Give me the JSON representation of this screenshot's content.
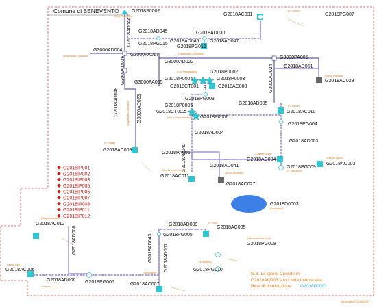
{
  "title": "Comune di BENEVENTO",
  "footer": "Acquedotto G2018AQ003",
  "note": {
    "line1": "N.B. Le opere Censite in",
    "line2": "G2018AQ003 sono tutte interne alla",
    "line3": "Rete di distribuzione",
    "line3_blue": "G2018D0003"
  },
  "legend": [
    "G2018IP001",
    "G2018IP002",
    "G2018IP003",
    "G2018IP005",
    "G2018IP006",
    "G2018IP007",
    "G2018IP008",
    "G2018IP011",
    "G2018IP012"
  ],
  "district": {
    "name": "G2018D0003",
    "sub": "(Benevento)"
  },
  "nodes": {
    "s0002": "G2018S0002",
    "s0002_loc": "(Sorg. Pietrafitta)",
    "ac031": "G2018AC031",
    "pg007": "G2018PG007",
    "pg007_loc": "(S. Chirico)",
    "ad045": "G2018AD045",
    "ad044": "G2018AD044",
    "ad030": "G2018AD030",
    "pg015": "G2018PG015",
    "ad046": "G2018AD046",
    "pg016": "G2018PG016",
    "ad047": "G2018AD047",
    "ad004g": "G3000AD004",
    "campano1": "(Acquedotto Campano)",
    "pa017": "G3000PA017",
    "ad036": "G3000AD036",
    "campano2": "(Acquedotto Campano)",
    "ad022": "G3000AD022",
    "pa006": "G3000PA006",
    "ad051": "G2018AD051",
    "ac029": "G2018AC029",
    "ac029_loc": "(non in esercizio)",
    "ad024": "G3000AD024",
    "pa005": "G3000PA005",
    "p0002": "G2018P0002",
    "p0002_loc": "(Loc. Pezzapiana)",
    "p0004": "G2018P0004",
    "p0003": "G2018P0003",
    "ct001": "G2018CT001",
    "ct001_c": "c",
    "ac008": "G2018AC008",
    "pg003": "G2018PG003",
    "ad048": "G2018AD048",
    "ad023": "G3000AD023",
    "campano3": "(Acquedotto Campano)",
    "p0005": "G2018P0005",
    "ct002": "G2018CT002",
    "ct002_c": "c",
    "p0006": "G2018P0006",
    "p0006_loc": "(Loc. Campo Mazzoni)",
    "ad005": "G2018AD005",
    "ac010": "G2018AC010",
    "ac010_loc": "(S. Nicola)",
    "pg004": "G2018PG004",
    "ac009": "G2018AC009",
    "ac009_loc": "(S. Vitale)",
    "ad004": "G2018AD004",
    "ad003": "G2018AD003",
    "pa005b": "G2018PA005",
    "ad041": "G2018AD041",
    "ac004": "G2018AC004",
    "ac004_loc": "(Cassa Rocchi)",
    "pg009": "G2018PG009",
    "pg009_loc": "(S. Liberatore)",
    "ac003": "G2018AC003",
    "ac003_loc": "(Cassa Rocchi)",
    "ad040": "G2018AD040",
    "ac027": "G2018AC027",
    "ac027_loc": "(non in esercizio)",
    "ac011": "G2018AC011",
    "ac011_loc": "(Orsi Petenati nuovo)",
    "ac012": "G2018AC012",
    "ac012_loc": "(Marchisanicola)",
    "ad009": "G2018AD009",
    "ac005": "G2018AC005",
    "ac005_loc": "(S. Vito)",
    "pg005": "G2018PG005",
    "ad008": "G2018AD008",
    "ad043": "G2018AD043",
    "ad007": "G2018AD007",
    "pg008": "G2018PG008",
    "pg008_loc": "(Madonna della Neve)",
    "pg010": "G2018PG010",
    "pg010_loc": "(Ammaccio)",
    "ac006": "G2018AC006",
    "ac006_loc": "(Monte Pino)",
    "ad006": "G2018AD006",
    "pg006": "G2018PG006",
    "ac007": "G2018AC007",
    "ac007_loc": "(Torre Alfieri)"
  },
  "colors": {
    "pipe_blue": "#8a7fd6",
    "pipe_dark": "#3a3f8f",
    "tank": "#33c4d2",
    "orange": "#e07b1a",
    "legend_red": "#d0201a",
    "district": "#3c7fe6",
    "border_red": "#e24a40"
  }
}
